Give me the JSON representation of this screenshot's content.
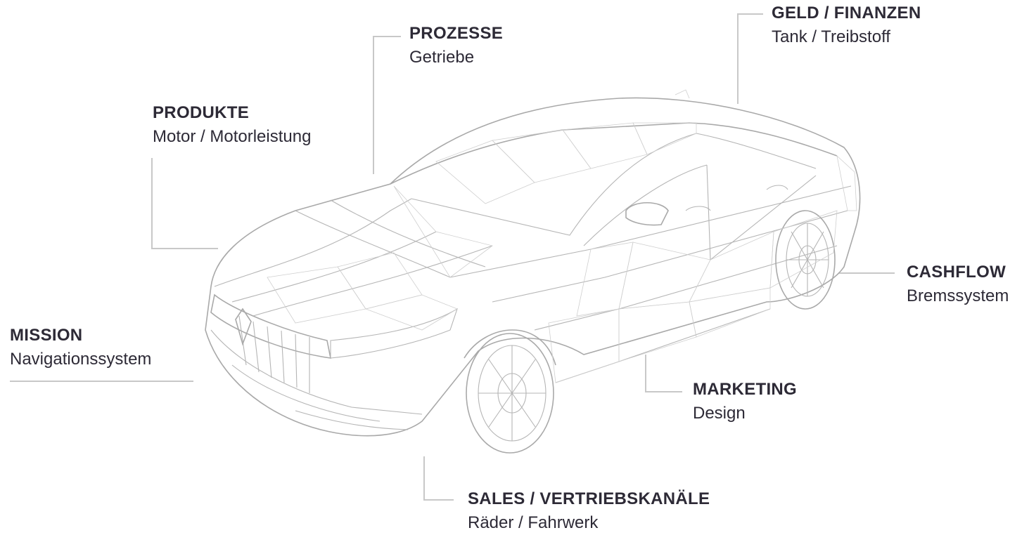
{
  "labels": {
    "prozesse": {
      "title": "PROZESSE",
      "subtitle": "Getriebe"
    },
    "geld": {
      "title": "GELD / FINANZEN",
      "subtitle": "Tank / Treibstoff"
    },
    "produkte": {
      "title": "PRODUKTE",
      "subtitle": "Motor / Motorleistung"
    },
    "cashflow": {
      "title": "CASHFLOW",
      "subtitle": "Bremssystem"
    },
    "mission": {
      "title": "MISSION",
      "subtitle": "Navigationssystem"
    },
    "marketing": {
      "title": "MARKETING",
      "subtitle": "Design"
    },
    "sales": {
      "title": "SALES / VERTRIEBSKANÄLE",
      "subtitle": "Räder / Fahrwerk"
    }
  },
  "colors": {
    "text": "#2d2a36",
    "leader_line": "#c8c8c8",
    "wireframe": "#b5b5b5",
    "background": "#ffffff"
  },
  "illustration": {
    "icon": "wireframe-car-icon"
  }
}
